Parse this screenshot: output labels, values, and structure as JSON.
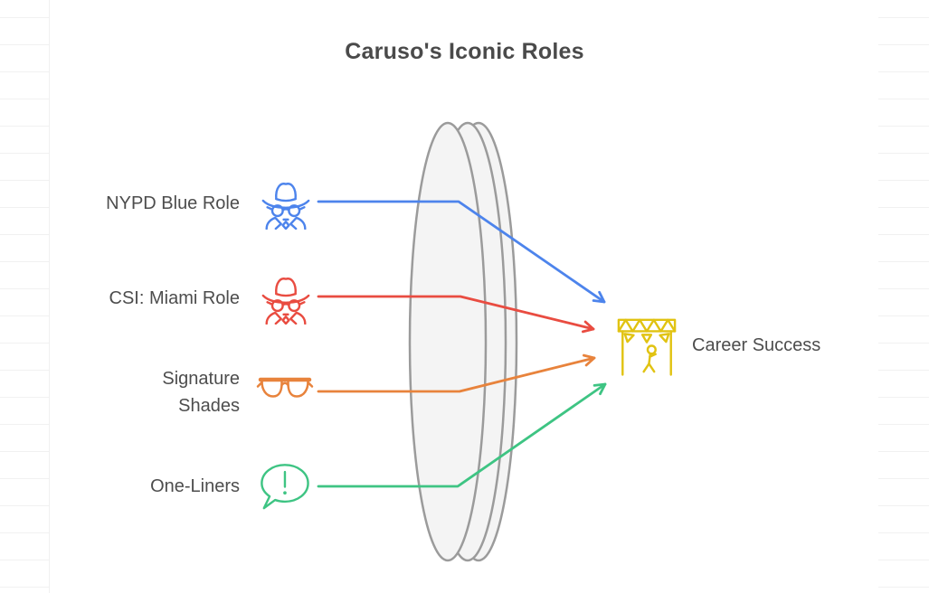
{
  "title": "Caruso's Iconic Roles",
  "diagram": {
    "inputs": [
      {
        "label": "NYPD Blue Role",
        "icon": "spy-detective-icon",
        "color": "#4d84ec"
      },
      {
        "label": "CSI: Miami Role",
        "icon": "spy-detective-icon",
        "color": "#e94c41"
      },
      {
        "label": "Signature Shades",
        "icon": "sunglasses-icon",
        "color": "#e8833c"
      },
      {
        "label": "One-Liners",
        "icon": "speech-bubble-exclamation-icon",
        "color": "#3ec483"
      }
    ],
    "output": {
      "label": "Career Success",
      "icon": "stage-icon",
      "color": "#e1c312"
    },
    "lens": {
      "fill": "#f4f4f4",
      "stroke": "#9b9b9b"
    }
  }
}
